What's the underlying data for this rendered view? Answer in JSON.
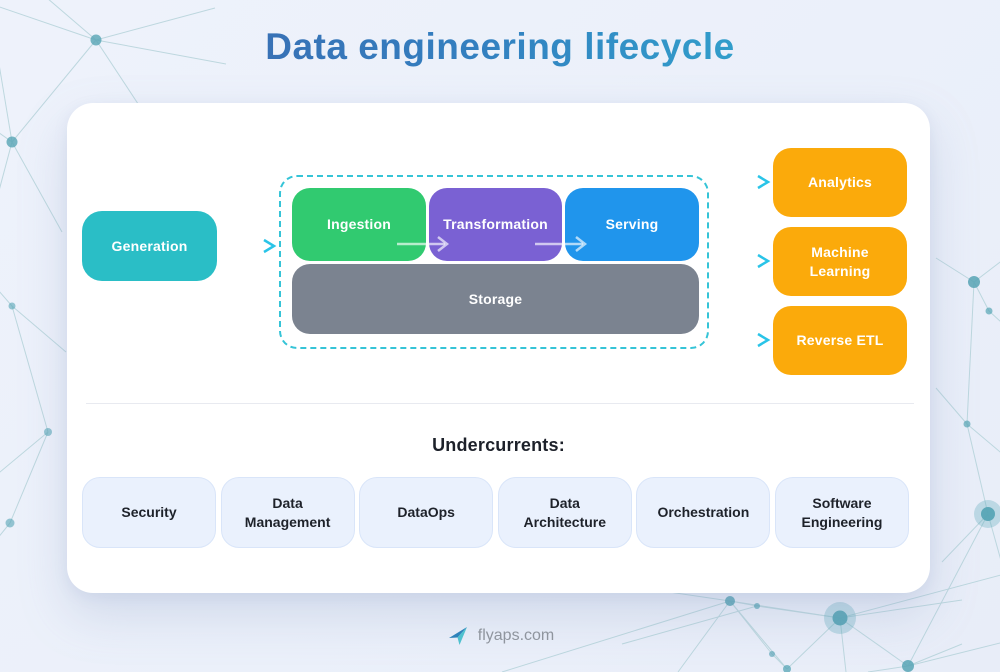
{
  "title": "Data engineering lifecycle",
  "diagram": {
    "generation": {
      "label": "Generation"
    },
    "pipeline": {
      "ingestion": "Ingestion",
      "transformation": "Transformation",
      "serving": "Serving",
      "storage": "Storage"
    },
    "outputs": [
      {
        "label": "Analytics"
      },
      {
        "label": "Machine Learning"
      },
      {
        "label": "Reverse ETL"
      }
    ],
    "icons": {
      "flow_arrow": "right-arrow-icon",
      "dotted_connector": "dotted-right-arrow-icon"
    }
  },
  "undercurrents": {
    "heading": "Undercurrents:",
    "items": [
      {
        "label": "Security"
      },
      {
        "label": "Data Management"
      },
      {
        "label": "DataOps"
      },
      {
        "label": "Data Architecture"
      },
      {
        "label": "Orchestration"
      },
      {
        "label": "Software Engineering"
      }
    ]
  },
  "footer": {
    "brand": "flyaps.com",
    "logo_icon": "paper-plane-icon"
  },
  "colors": {
    "generation": "#2abec6",
    "ingestion": "#31ca70",
    "transformation": "#7a61d3",
    "serving": "#2095ec",
    "storage": "#7b8390",
    "output": "#fbaa0b",
    "dashed_border": "#35c4d7",
    "arrow_gradient_start": "#4b55d6",
    "arrow_gradient_end": "#28c6e9",
    "title_gradient_start": "#3d5fa9",
    "title_gradient_end": "#2fbcd6",
    "undercurrent_bg": "#eaf1fd",
    "undercurrent_border": "#d9e5f9",
    "page_bg": "#eef2fb",
    "network": "#5fa9b8"
  }
}
